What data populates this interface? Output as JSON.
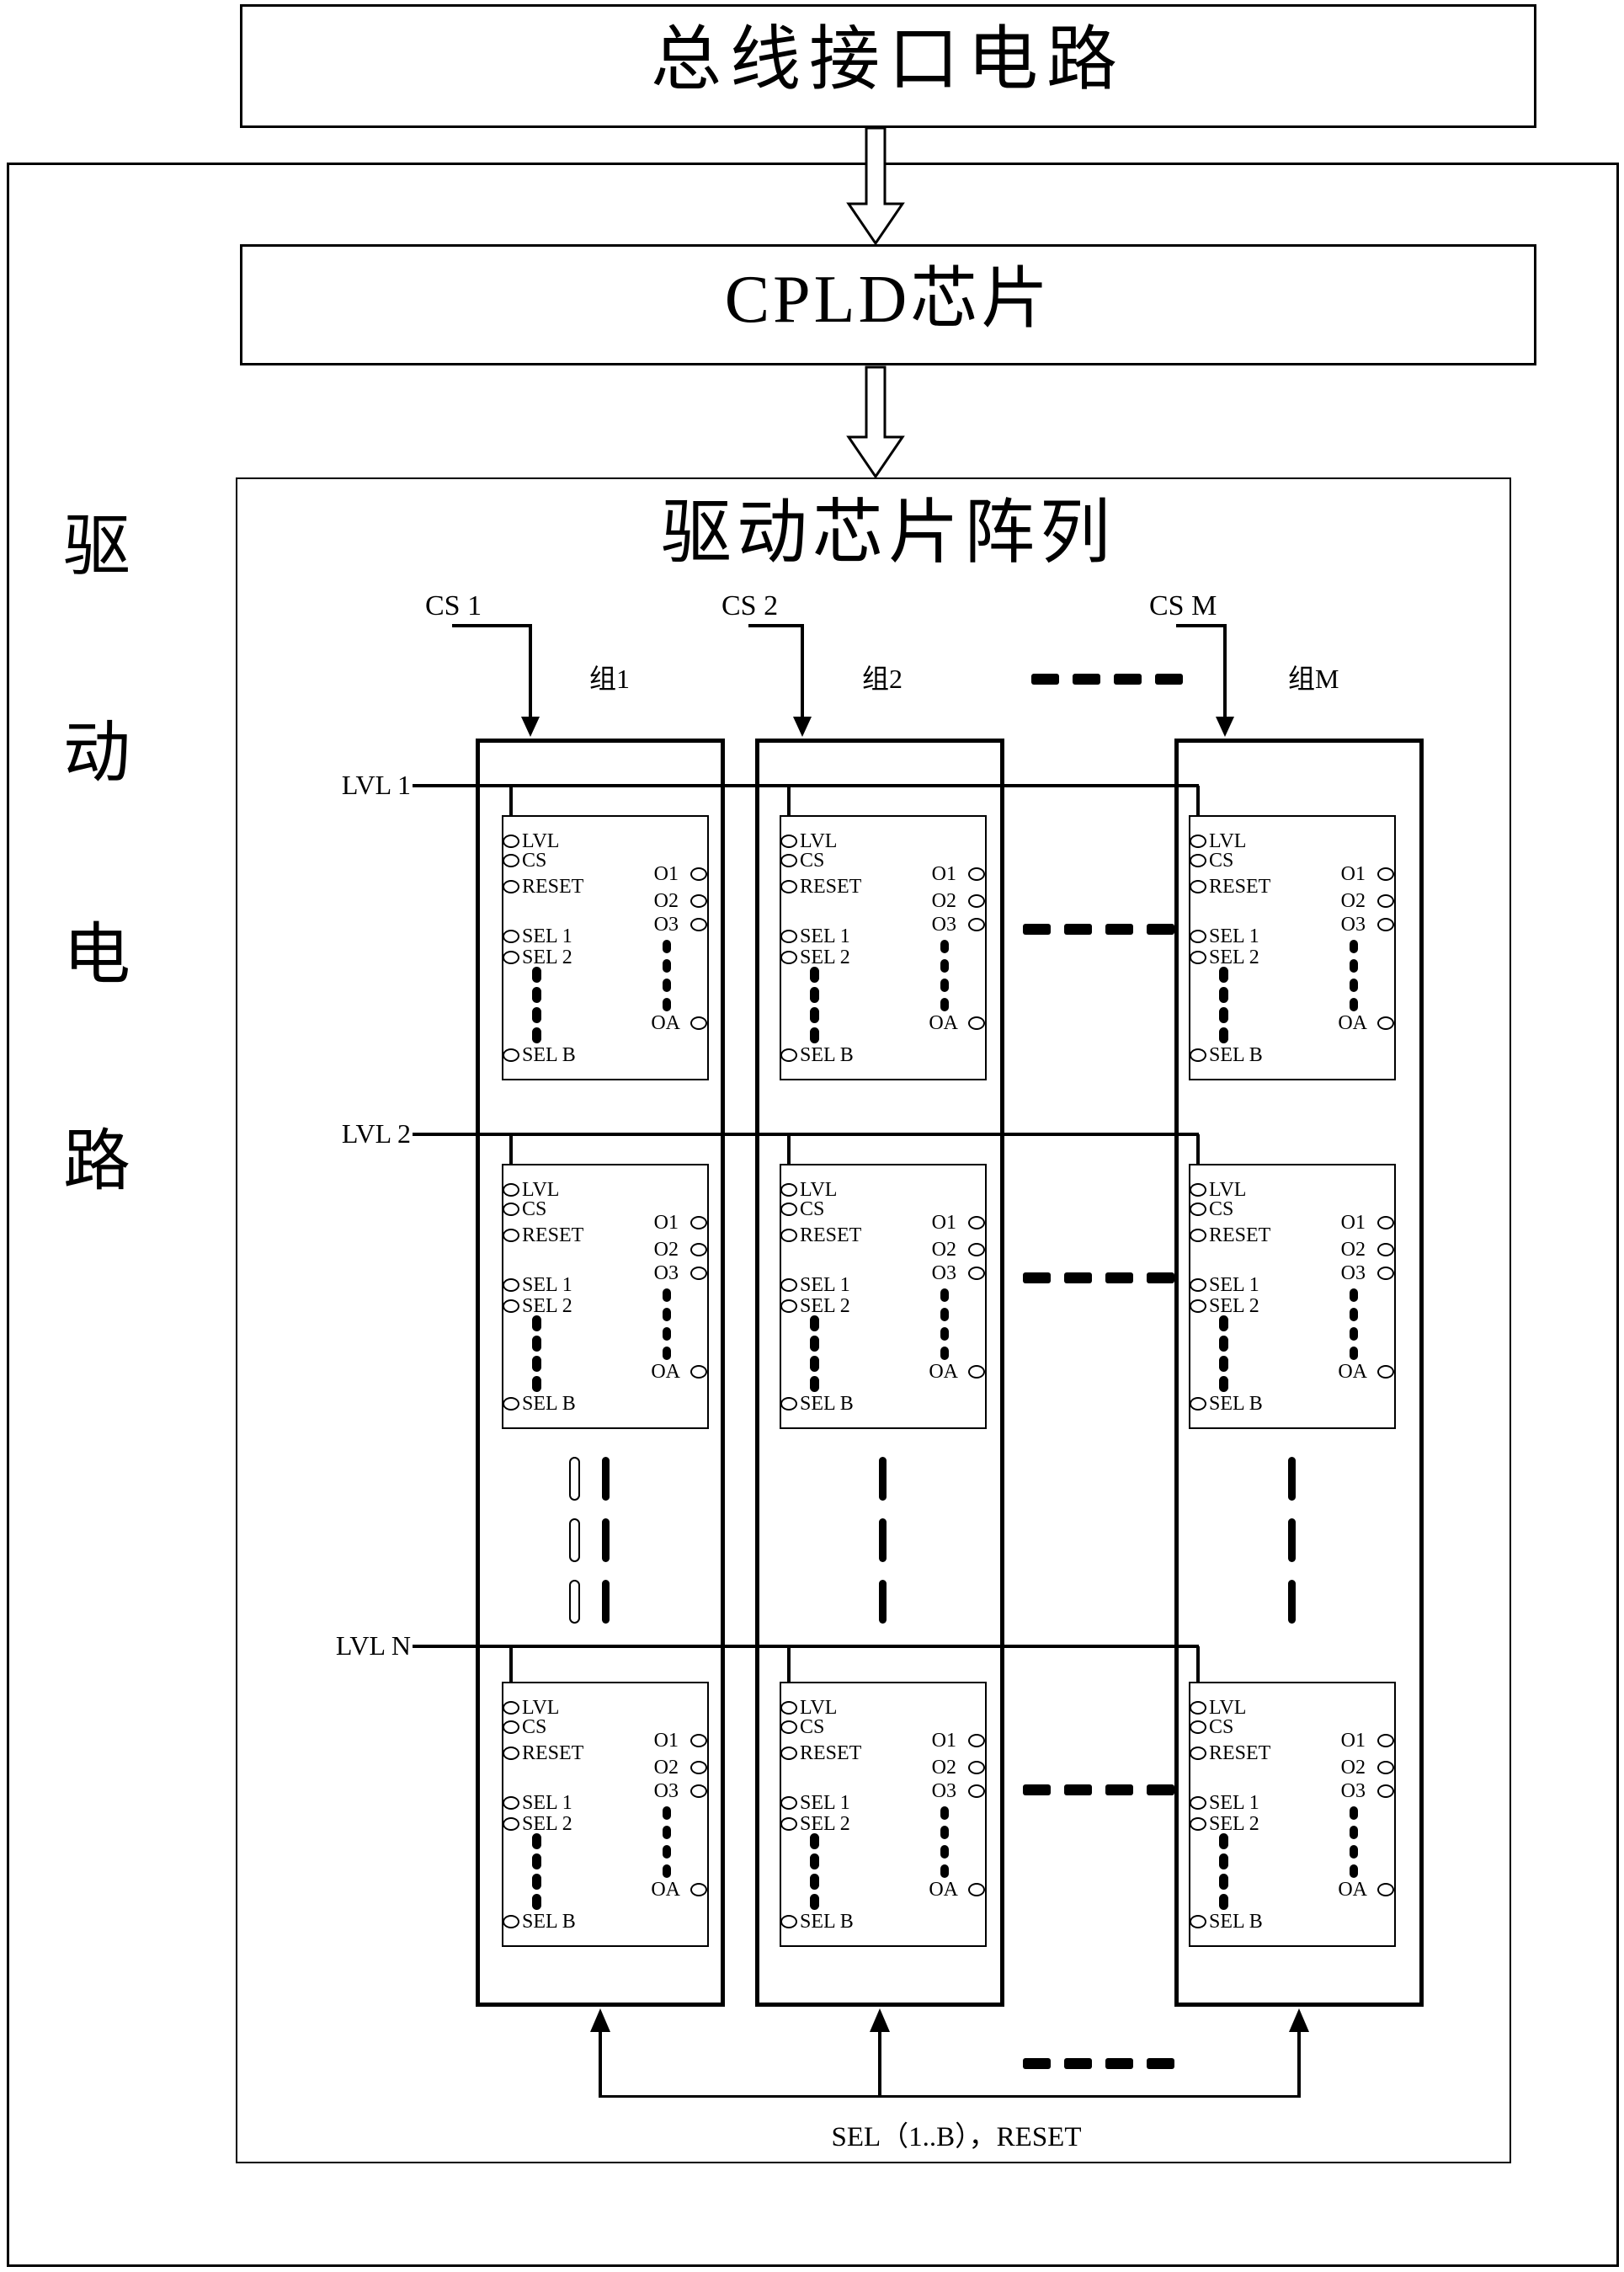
{
  "page": {
    "background_color": "#ffffff",
    "line_color": "#000000"
  },
  "bus_box": {
    "label": "总线接口电路"
  },
  "cpld_box": {
    "label": "CPLD芯片"
  },
  "outer_box": {
    "side_label_chars": [
      "驱",
      "动",
      "电",
      "路"
    ]
  },
  "array": {
    "title": "驱动芯片阵列",
    "groups": [
      {
        "cs": "CS 1",
        "name": "组1"
      },
      {
        "cs": "CS 2",
        "name": "组2"
      },
      {
        "cs": "CS M",
        "name": "组M"
      }
    ],
    "lvl_labels": [
      "LVL 1",
      "LVL 2",
      "LVL N"
    ],
    "bottom_label": "SEL（1..B），RESET"
  },
  "chip": {
    "left_pins": [
      "LVL",
      "CS",
      "RESET",
      "SEL 1",
      "SEL 2"
    ],
    "left_pin_bottom": "SEL B",
    "right_pins": [
      "O1",
      "O2",
      "O3"
    ],
    "right_pin_bottom": "OA"
  }
}
